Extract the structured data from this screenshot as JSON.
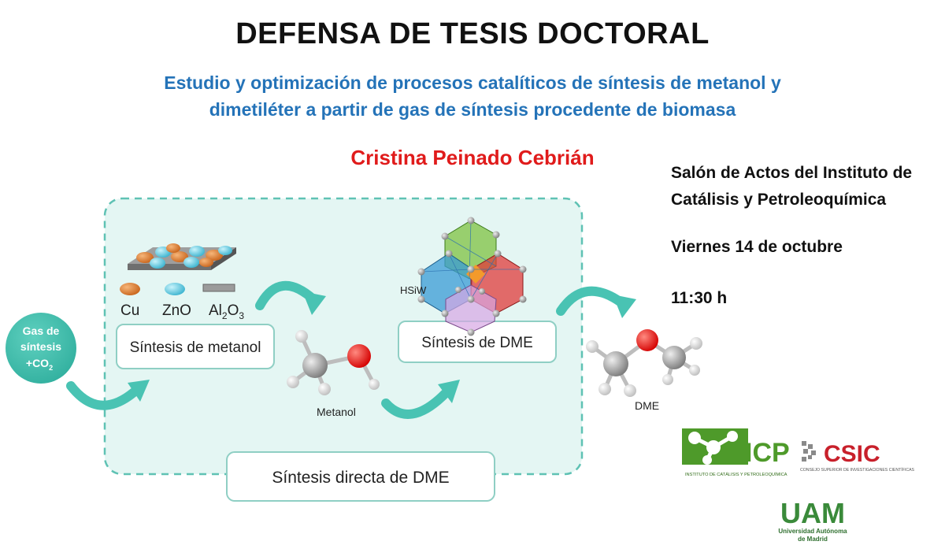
{
  "header": {
    "title": "DEFENSA DE TESIS DOCTORAL",
    "subtitle_line1": "Estudio y optimización de procesos catalíticos de síntesis de metanol y",
    "subtitle_line2": "dimetiléter a partir de gas de síntesis procedente de biomasa",
    "author": "Cristina Peinado Cebrián"
  },
  "event": {
    "venue_line1": "Salón de Actos del Instituto de",
    "venue_line2": "Catálisis y Petroleoquímica",
    "date": "Viernes 14 de octubre",
    "time": "11:30 h"
  },
  "diagram": {
    "input_line1": "Gas de",
    "input_line2": "síntesis",
    "input_line3_main": "+CO",
    "input_line3_sub": "2",
    "legend_cu": "Cu",
    "legend_zno": "ZnO",
    "legend_al_1": "Al",
    "legend_al_sub1": "2",
    "legend_al_2": "O",
    "legend_al_sub2": "3",
    "step1": "Síntesis de metanol",
    "step2": "Síntesis de DME",
    "step3": "Síntesis directa de DME",
    "catalyst2": "HSiW",
    "molecule1": "Metanol",
    "molecule2": "DME"
  },
  "logos": {
    "icp_name": "ICP",
    "icp_full": "INSTITUTO DE CATÁLISIS Y PETROLEOQUÍMICA",
    "csic_name": "CSIC",
    "csic_full": "CONSEJO SUPERIOR DE INVESTIGACIONES CIENTÍFICAS",
    "uam_name": "UAM",
    "uam_line1": "Universidad Autónoma",
    "uam_line2": "de Madrid"
  },
  "colors": {
    "title": "#111111",
    "subtitle": "#2473b8",
    "author": "#e01b1b",
    "teal": "#49c3b3",
    "panel": "#e4f6f3",
    "icp_green": "#4e9a2a",
    "csic_red": "#c8202b",
    "uam_green": "#3a8a3a"
  }
}
